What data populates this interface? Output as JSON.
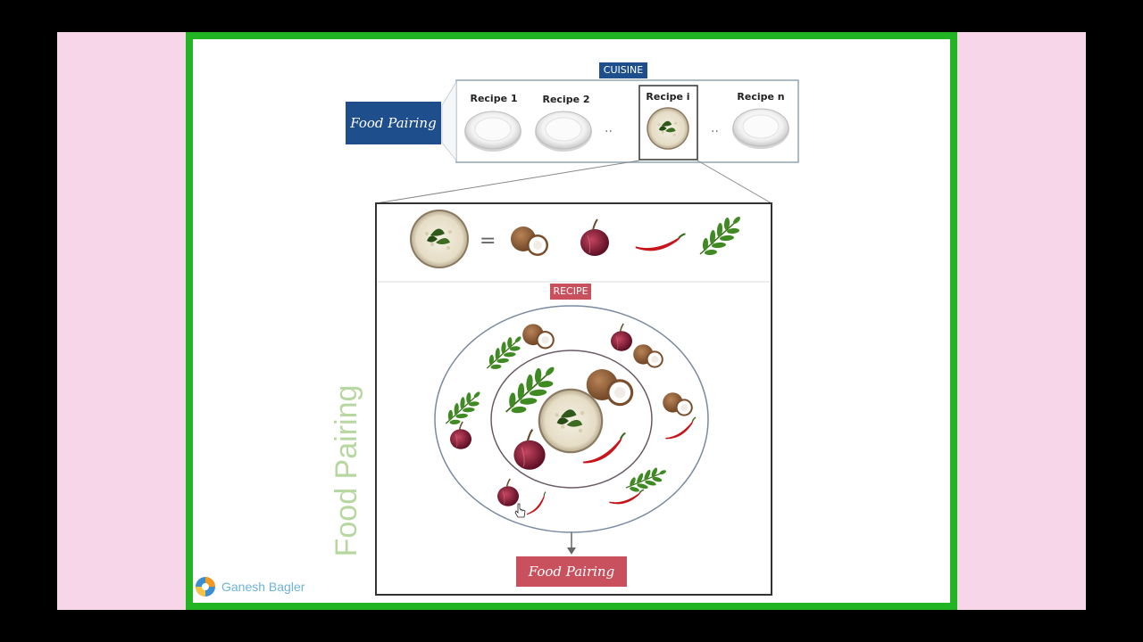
{
  "labels": {
    "cuisine": "CUISINE",
    "food_pairing_main": "Food Pairing",
    "recipe_tag": "RECIPE",
    "food_pairing_bottom": "Food Pairing",
    "food_pairing_vertical": "Food Pairing",
    "brand": "Ganesh Bagler"
  },
  "recipes": [
    {
      "label": "Recipe 1"
    },
    {
      "label": "Recipe 2"
    },
    {
      "label": "Recipe i"
    },
    {
      "label": "Recipe n"
    }
  ],
  "ellipsis": [
    "..",
    ".."
  ],
  "equals": "=",
  "colors": {
    "slide_border": "#22b422",
    "pink_margin": "#f7d6ea",
    "cuisine_tag": "#1f4e8c",
    "food_pairing_box": "#1f4e8c",
    "recipe_tag": "#c9505d",
    "food_pairing_bottom_box": "#c9505d",
    "vertical_text": "#b7d7a0"
  },
  "icons": [
    "plate-icon",
    "curry-bowl-icon",
    "coconut-icon",
    "onion-icon",
    "chili-icon",
    "curry-leaf-icon",
    "hand-cursor-icon",
    "brand-logo-icon"
  ]
}
